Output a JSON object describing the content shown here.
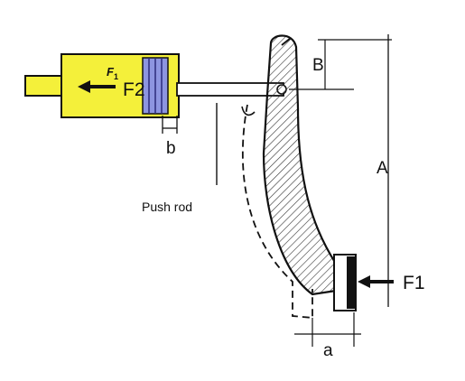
{
  "labels": {
    "f_small": "F",
    "f_sub": "1",
    "f2": "F2",
    "b_small": "b",
    "push_rod": "Push rod",
    "dim_big_b": "B",
    "dim_big_a": "A",
    "f1": "F1",
    "a_small": "a"
  },
  "colors": {
    "cylinder": "#f4f03a",
    "piston": "#8d95e0",
    "line": "#111111",
    "hatch": "#333333"
  }
}
